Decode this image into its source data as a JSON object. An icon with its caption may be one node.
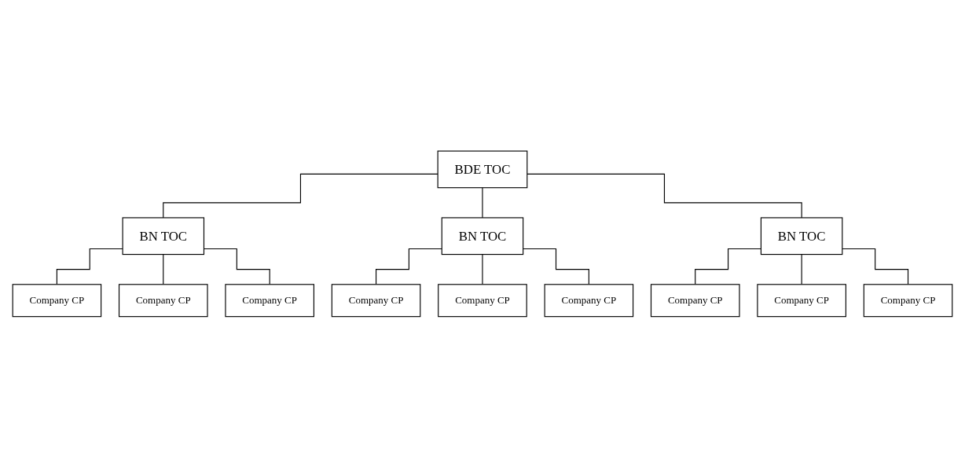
{
  "diagram": {
    "nodes": [
      {
        "text": [
          "BDE TOC"
        ]
      },
      {
        "text": [
          "BN TOC"
        ]
      },
      {
        "text": [
          "BN TOC"
        ]
      },
      {
        "text": [
          "BN TOC"
        ]
      },
      {
        "text": [
          "Company CP"
        ]
      },
      {
        "text": [
          "Company CP"
        ]
      },
      {
        "text": [
          "Company CP"
        ]
      },
      {
        "text": [
          "Company CP"
        ]
      },
      {
        "text": [
          "Company CP"
        ]
      },
      {
        "text": [
          "Company CP"
        ]
      },
      {
        "text": [
          "Company CP"
        ]
      },
      {
        "text": [
          "Company CP"
        ]
      },
      {
        "text": [
          "Company CP"
        ]
      }
    ],
    "edges": [
      {
        "from": 0,
        "to": 1,
        "arrow": "none"
      },
      {
        "from": 0,
        "to": 2,
        "arrow": "none"
      },
      {
        "from": 0,
        "to": 3,
        "arrow": "none"
      },
      {
        "from": 1,
        "to": 4,
        "arrow": "none"
      },
      {
        "from": 1,
        "to": 5,
        "arrow": "none"
      },
      {
        "from": 1,
        "to": 6,
        "arrow": "none"
      },
      {
        "from": 2,
        "to": 7,
        "arrow": "none"
      },
      {
        "from": 2,
        "to": 8,
        "arrow": "none"
      },
      {
        "from": 2,
        "to": 9,
        "arrow": "none"
      },
      {
        "from": 3,
        "to": 10,
        "arrow": "none"
      },
      {
        "from": 3,
        "to": 11,
        "arrow": "none"
      },
      {
        "from": 3,
        "to": 12,
        "arrow": "none"
      }
    ]
  }
}
